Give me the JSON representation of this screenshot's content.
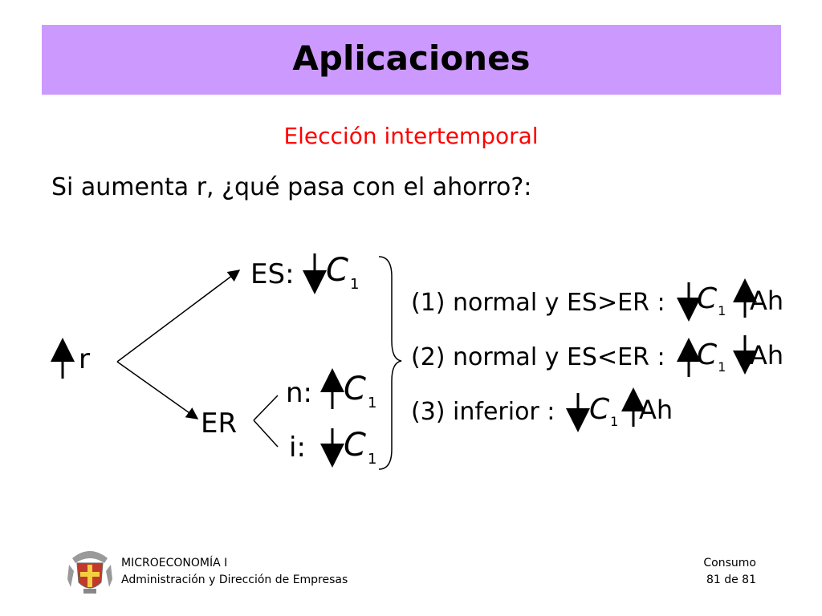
{
  "header": {
    "title": "Aplicaciones",
    "bar_color": "#cc99ff"
  },
  "subtitle": "Elección intertemporal",
  "question": "Si aumenta r, ¿qué pasa con el ahorro?:",
  "diagram": {
    "r_label": "r",
    "es_label": "ES:",
    "er_label": "ER",
    "n_label": "n:",
    "i_label": "i:",
    "c_letter": "C",
    "c_sub": "1",
    "cases": [
      {
        "prefix": "(1)  normal y ES>ER :",
        "ah": "Ah"
      },
      {
        "prefix": "(2)  normal y ES<ER :",
        "ah": "Ah"
      },
      {
        "prefix": "(3)  inferior :",
        "ah": "Ah"
      }
    ]
  },
  "footer": {
    "course": "MICROECONOMÍA I",
    "program": "Administración y Dirección de Empresas",
    "section": "Consumo",
    "page": "81 de 81"
  },
  "colors": {
    "subtitle": "#ff0000",
    "title_bar": "#cc99ff"
  }
}
